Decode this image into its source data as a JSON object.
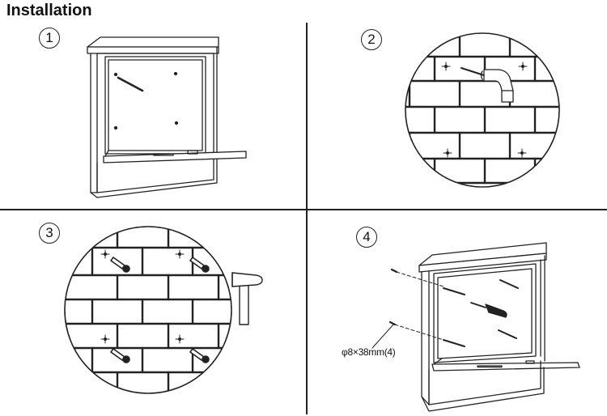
{
  "title": "Installation",
  "steps": [
    {
      "number": "1",
      "icon": "mailbox-open-front-icon"
    },
    {
      "number": "2",
      "icon": "drill-wall-icon"
    },
    {
      "number": "3",
      "icon": "hammer-anchors-icon"
    },
    {
      "number": "4",
      "icon": "mount-mailbox-icon"
    }
  ],
  "spec_label": "φ8×38mm(4)",
  "colors": {
    "line": "#222222",
    "background": "#ffffff"
  }
}
